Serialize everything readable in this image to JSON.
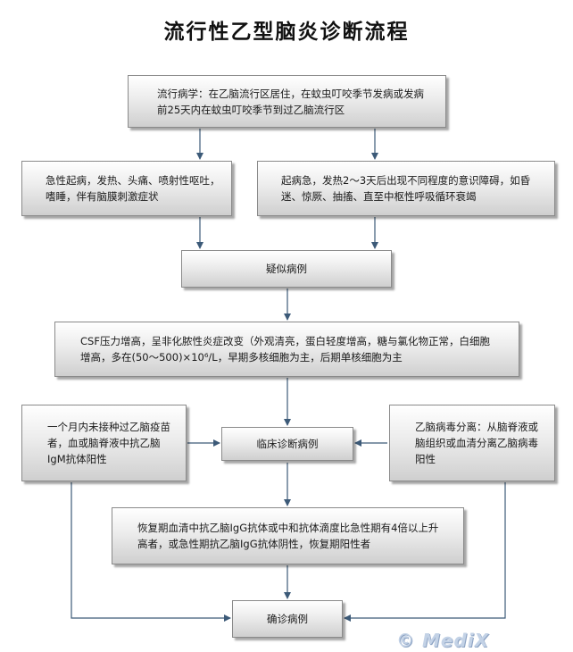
{
  "title": "流行性乙型脑炎诊断流程",
  "nodes": {
    "epidemiology": "流行病学：在乙脑流行区居住，在蚊虫叮咬季节发病或发病前25天内在蚊虫叮咬季节到过乙脑流行区",
    "acute_onset": "急性起病，发热、头痛、喷射性呕吐，嗜睡，伴有脑膜刺激症状",
    "sudden_onset": "起病急，发热2～3天后出现不同程度的意识障碍，如昏迷、惊厥、抽搐、直至中枢性呼吸循环衰竭",
    "suspected": "疑似病例",
    "csf": "CSF压力增高，呈非化脓性炎症改变（外观清亮，蛋白轻度增高，糖与氯化物正常，白细胞增高，多在(50～500)×10⁶/L，早期多核细胞为主，后期单核细胞为主",
    "igm": "一个月内未接种过乙脑疫苗者，血或脑脊液中抗乙脑IgM抗体阳性",
    "clinical": "临床诊断病例",
    "isolation": "乙脑病毒分离：从脑脊液或脑组织或血清分离乙脑病毒阳性",
    "igg": "恢复期血清中抗乙脑IgG抗体或中和抗体滴度比急性期有4倍以上升高者，或急性期抗乙脑IgG抗体阴性，恢复期阳性者",
    "confirmed": "确诊病例"
  },
  "watermark": "© MediX"
}
